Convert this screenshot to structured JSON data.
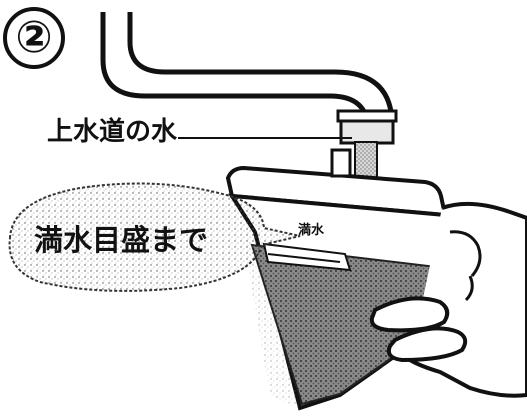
{
  "step": {
    "number": "②"
  },
  "labels": {
    "tap_water": "上水道の水",
    "fill_instruction": "満水目盛まで",
    "full_mark": "満水"
  },
  "icons": {
    "faucet": "faucet-icon",
    "tank": "water-tank-icon",
    "hand": "hand-icon",
    "bubble": "speech-bubble-icon"
  }
}
